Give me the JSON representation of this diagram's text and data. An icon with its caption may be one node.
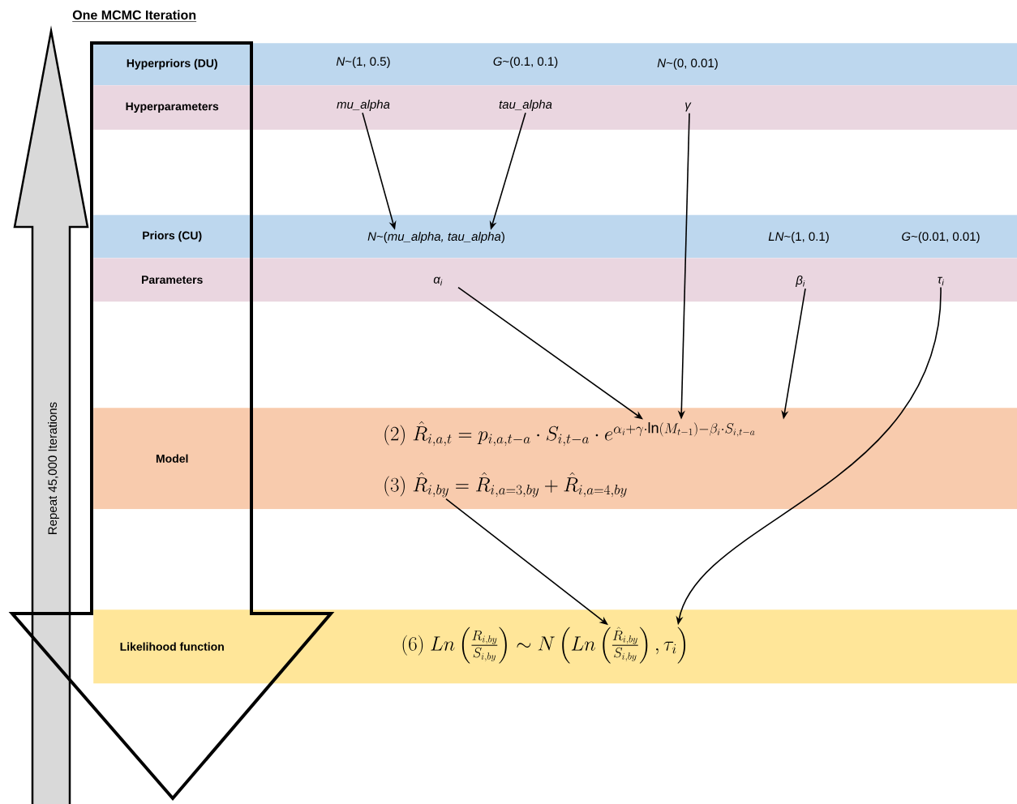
{
  "diagram": {
    "title": "One MCMC Iteration",
    "nodes": [
      {
        "text": [
          "Hyperpriors (DU)"
        ]
      },
      {
        "text": [
          "*N*~(1, 0.5)"
        ],
        "in": 0
      },
      {
        "text": [
          "*G*~(0.1, 0.1)"
        ],
        "in": 0
      },
      {
        "text": [
          "*N*~(0, 0.01)"
        ],
        "in": 0
      },
      {
        "text": [
          "Hyperparameters"
        ]
      },
      {
        "text": [
          "mu_alpha"
        ],
        "in": 4
      },
      {
        "text": [
          "tau_alpha"
        ],
        "in": 4
      },
      {
        "text": [
          "γ"
        ],
        "in": 4
      },
      {
        "text": [
          "Priors (CU)"
        ]
      },
      {
        "text": [
          "*N*~(*mu_alpha, tau_alpha*)"
        ],
        "in": 8
      },
      {
        "text": [
          "*LN*~(1, 0.1)"
        ],
        "in": 8
      },
      {
        "text": [
          "*G*~(0.01, 0.01)"
        ],
        "in": 8
      },
      {
        "text": [
          "Parameters"
        ]
      },
      {
        "text": [
          "α$_{i}$"
        ],
        "in": 12
      },
      {
        "text": [
          "β$_{i}$"
        ],
        "in": 12
      },
      {
        "text": [
          "τ$_{i}$"
        ],
        "in": 12
      },
      {
        "text": [
          "Model"
        ]
      },
      {
        "text": [
          "(2)\\ \\hat{R}_{i,a,t} = p_{i,a,t-a} \\cdot S_{i,t-a} \\cdot e^{\\alpha_i + \\gamma \\cdot \\ln(M_{t-1}) - \\beta_i \\cdot S_{i,t-a}}"
        ],
        "in": 16
      },
      {
        "text": [
          "(3)\\ \\hat{R}_{i,by} = \\hat{R}_{i,a=3,by} + \\hat{R}_{i,a=4,by}"
        ],
        "in": 16
      },
      {
        "text": [
          "Likelihood function"
        ]
      },
      {
        "text": [
          "(6)\\ Ln\\left(\\frac{R_{i,by}}{S_{i,by}}\\right) \\sim N\\left(Ln\\left(\\frac{\\hat{R}_{i,by}}{S_{i,by}}\\right), \\tau_i\\right)"
        ],
        "in": 19
      }
    ],
    "edges": [
      {
        "from": 5,
        "to": 9,
        "arrow": "to"
      },
      {
        "from": 6,
        "to": 9,
        "arrow": "to"
      },
      {
        "from": 13,
        "to": 17,
        "arrow": "to"
      },
      {
        "from": 7,
        "to": 17,
        "arrow": "to"
      },
      {
        "from": 14,
        "to": 17,
        "arrow": "to"
      },
      {
        "from": 15,
        "to": 20,
        "arrow": "to"
      },
      {
        "from": 18,
        "to": 20,
        "arrow": "to"
      }
    ],
    "labels": [
      "Repeat 45,000 Iterations"
    ]
  }
}
